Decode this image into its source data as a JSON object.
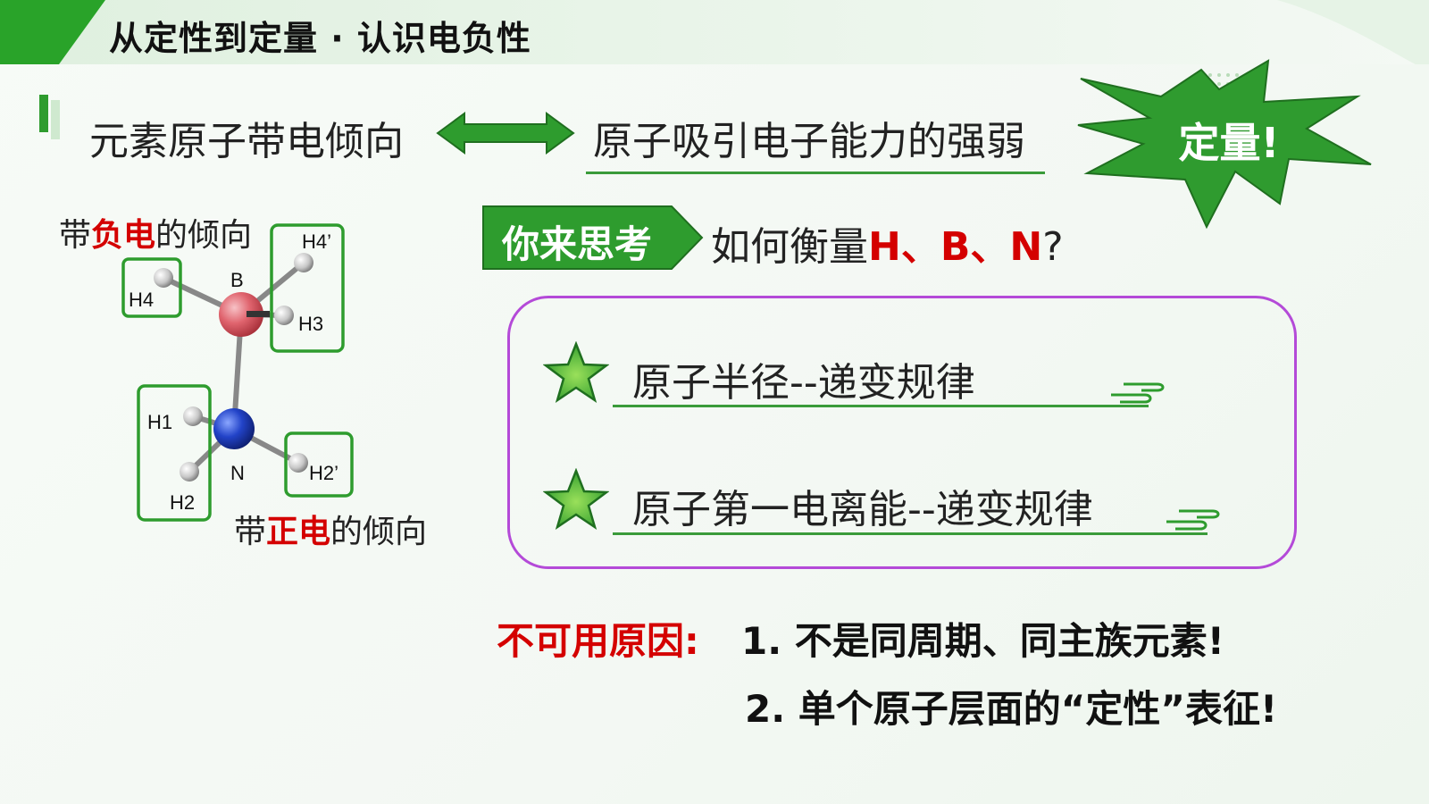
{
  "header": {
    "title": "从定性到定量 · 认识电负性"
  },
  "concepts": {
    "left": "元素原子带电倾向",
    "right": "原子吸引电子能力的强弱",
    "burst": "定量!"
  },
  "molecule": {
    "negative_caption": {
      "prefix": "带",
      "highlight": "负电",
      "suffix": "的倾向"
    },
    "positive_caption": {
      "prefix": "带",
      "highlight": "正电",
      "suffix": "的倾向"
    },
    "atom_labels": {
      "B": "B",
      "N": "N",
      "H1": "H1",
      "H2": "H2",
      "H3": "H3",
      "H4": "H4",
      "H2p": "H2’",
      "H4p": "H4’"
    }
  },
  "think": {
    "badge": "你来思考",
    "question_prefix": "如何衡量",
    "question_highlight": "H、B、N",
    "question_suffix": "?"
  },
  "options": [
    {
      "text": "原子半径--递变规律"
    },
    {
      "text": "原子第一电离能--递变规律"
    }
  ],
  "reasons": {
    "label": "不可用原因:",
    "line1": "1. 不是同周期、同主族元素!",
    "line2": "2. 单个原子层面的“定性”表征!"
  },
  "colors": {
    "accent_green": "#2e9c2e",
    "highlight_red": "#d40000",
    "box_purple": "#b44ad8"
  }
}
